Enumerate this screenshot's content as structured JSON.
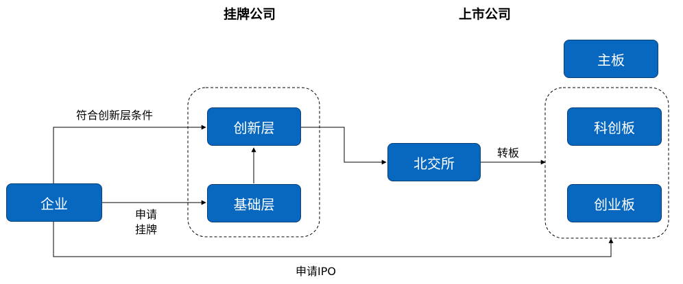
{
  "headings": {
    "listed_company_group": "挂牌公司",
    "public_company_group": "上市公司"
  },
  "nodes": {
    "enterprise": "企业",
    "innovation_tier": "创新层",
    "basic_tier": "基础层",
    "bse": "北交所",
    "main_board": "主板",
    "star_market": "科创板",
    "chinext": "创业板"
  },
  "edges": {
    "meets_innovation_criteria": "符合创新层条件",
    "apply_listing_line1": "申请",
    "apply_listing_line2": "挂牌",
    "transfer_board": "转板",
    "apply_ipo": "申请IPO"
  },
  "colors": {
    "node_fill": "#0868c0",
    "node_border": "#0a3f73",
    "line": "#000000"
  }
}
